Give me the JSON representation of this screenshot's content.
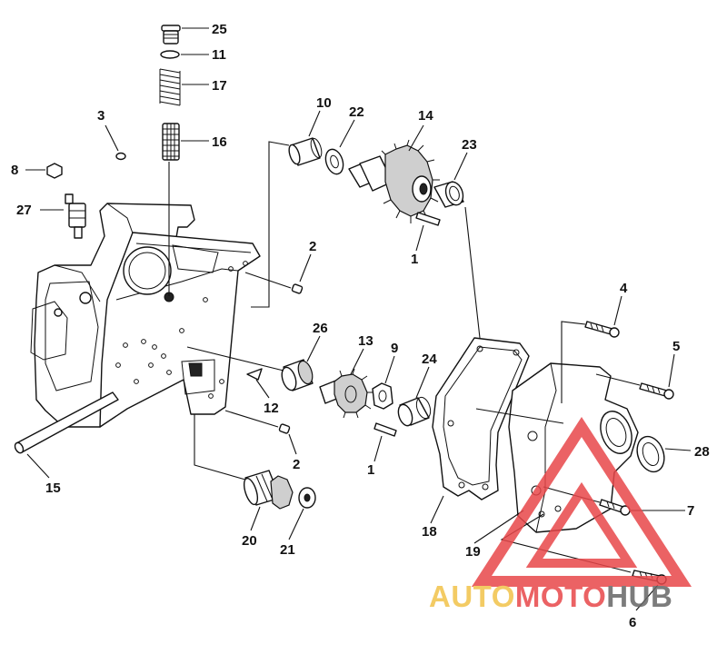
{
  "callouts": [
    {
      "id": "c25",
      "text": "25"
    },
    {
      "id": "c11",
      "text": "11"
    },
    {
      "id": "c17",
      "text": "17"
    },
    {
      "id": "c16",
      "text": "16"
    },
    {
      "id": "c3",
      "text": "3"
    },
    {
      "id": "c8",
      "text": "8"
    },
    {
      "id": "c27",
      "text": "27"
    },
    {
      "id": "c10",
      "text": "10"
    },
    {
      "id": "c22",
      "text": "22"
    },
    {
      "id": "c14",
      "text": "14"
    },
    {
      "id": "c23",
      "text": "23"
    },
    {
      "id": "c1a",
      "text": "1"
    },
    {
      "id": "c2a",
      "text": "2"
    },
    {
      "id": "c4",
      "text": "4"
    },
    {
      "id": "c5",
      "text": "5"
    },
    {
      "id": "c26",
      "text": "26"
    },
    {
      "id": "c13",
      "text": "13"
    },
    {
      "id": "c9",
      "text": "9"
    },
    {
      "id": "c24",
      "text": "24"
    },
    {
      "id": "c12",
      "text": "12"
    },
    {
      "id": "c1b",
      "text": "1"
    },
    {
      "id": "c2b",
      "text": "2"
    },
    {
      "id": "c15",
      "text": "15"
    },
    {
      "id": "c28",
      "text": "28"
    },
    {
      "id": "c7",
      "text": "7"
    },
    {
      "id": "c20",
      "text": "20"
    },
    {
      "id": "c21",
      "text": "21"
    },
    {
      "id": "c18",
      "text": "18"
    },
    {
      "id": "c19",
      "text": "19"
    },
    {
      "id": "c6",
      "text": "6"
    }
  ],
  "watermark": {
    "part1": "AUTO",
    "part2": "MOTO",
    "part3": "HUB",
    "color_orange": "#f2c24a",
    "color_red": "#e8474a",
    "color_grey": "#666666"
  }
}
